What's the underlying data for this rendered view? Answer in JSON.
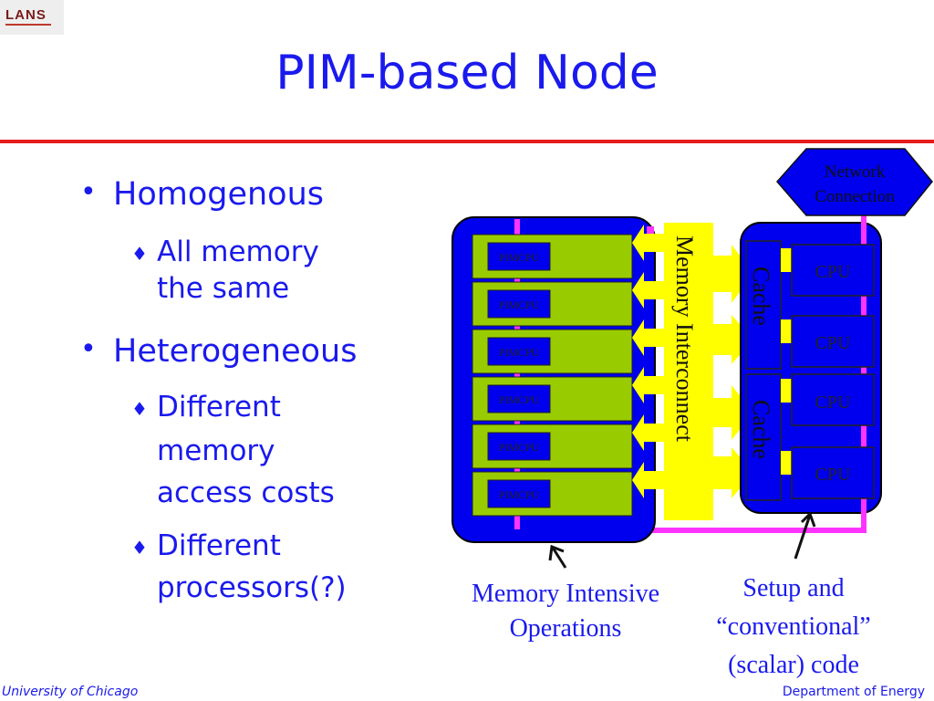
{
  "logo": {
    "text": "LANS"
  },
  "title": "PIM-based Node",
  "bullets": [
    {
      "text": "Homogenous",
      "sub": [
        {
          "line1": "All memory",
          "line2": "the same"
        }
      ]
    },
    {
      "text": "Heterogeneous",
      "sub": [
        {
          "line1": "Different",
          "line2": "memory",
          "line3": "access costs"
        },
        {
          "line1": "Different",
          "line2": "processors(?)"
        }
      ]
    }
  ],
  "diagram": {
    "network_connection": {
      "line1": "Network",
      "line2": "Connection"
    },
    "pim_units": [
      "PIMCPU",
      "PIMCPU",
      "PIMCPU",
      "PIMCPU",
      "PIMCPU",
      "PIMCPU"
    ],
    "memory_interconnect": "Memory Interconnect",
    "caches": [
      "Cache",
      "Cache"
    ],
    "cpus": [
      "CPU",
      "CPU",
      "CPU",
      "CPU"
    ],
    "colors": {
      "blue": "#0000ee",
      "green": "#99cc00",
      "yellow": "#ffff00",
      "magenta": "#ff33ff",
      "network": "#0000ee"
    }
  },
  "captions": {
    "memory_intensive": {
      "line1": "Memory Intensive",
      "line2": "Operations"
    },
    "setup": {
      "line1": "Setup and",
      "line2": "“conventional”",
      "line3": "(scalar) code"
    }
  },
  "footer": {
    "left": "University of Chicago",
    "right": "Department of Energy"
  }
}
